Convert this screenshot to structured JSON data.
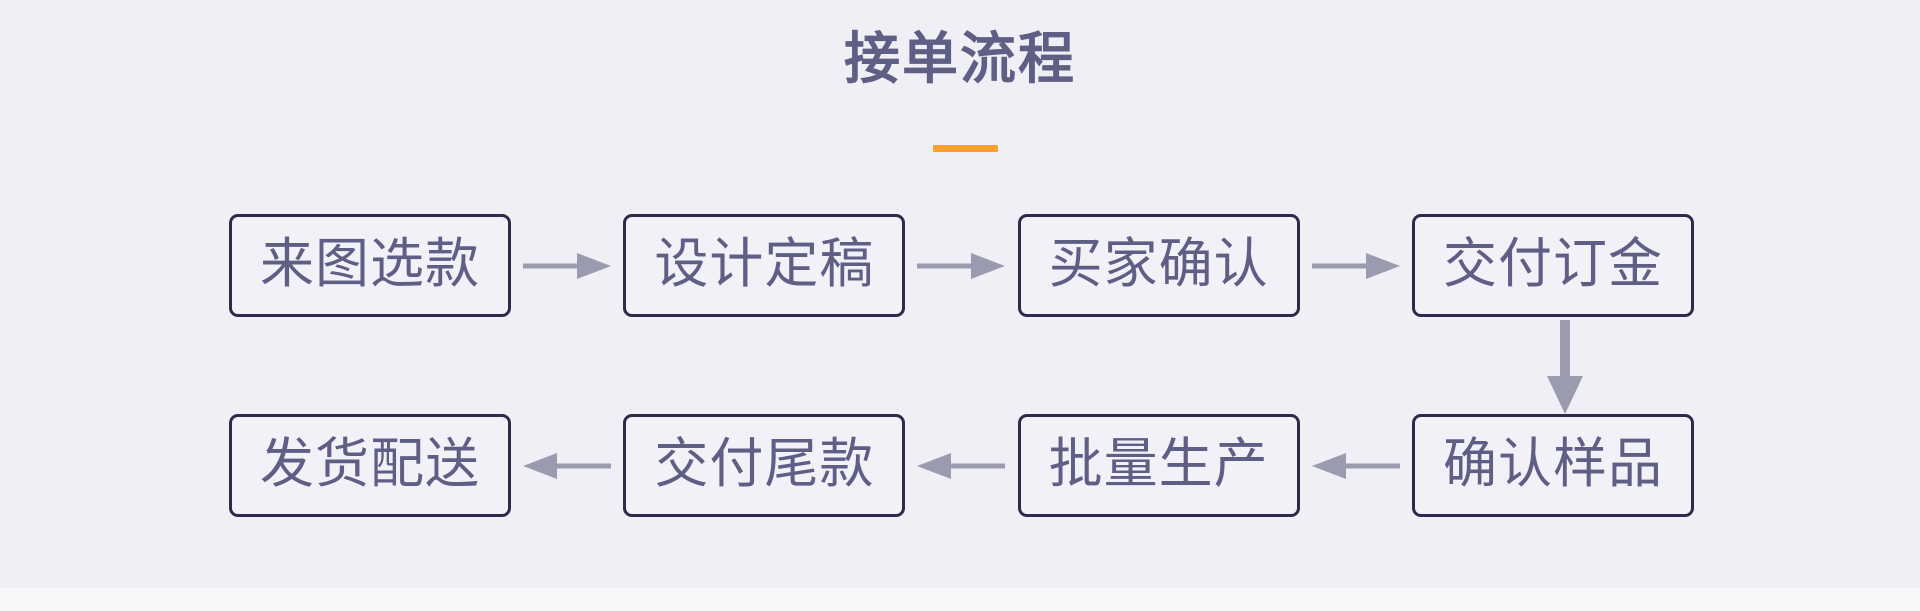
{
  "page": {
    "background_color": "#f7f8fa",
    "panel_color": "#f0eff5"
  },
  "header": {
    "title": "接单流程",
    "title_color": "#5f5f86",
    "accent_color": "#f9a12a"
  },
  "diagram": {
    "type": "flowchart",
    "direction": "serpentine",
    "node_border_color": "#2d2b49",
    "node_fill_color": "#f2f1f7",
    "node_text_color": "#5f5f86",
    "arrow_color": "#9b9bb0",
    "rows": [
      {
        "id": "row-top",
        "flow": "left-to-right",
        "nodes": [
          {
            "id": "step-1",
            "label": "来图选款"
          },
          {
            "id": "step-2",
            "label": "设计定稿"
          },
          {
            "id": "step-3",
            "label": "买家确认"
          },
          {
            "id": "step-4",
            "label": "交付订金"
          }
        ],
        "connectors": [
          {
            "id": "arrow-1",
            "direction": "right"
          },
          {
            "id": "arrow-2",
            "direction": "right"
          },
          {
            "id": "arrow-3",
            "direction": "right"
          }
        ]
      },
      {
        "id": "row-bottom",
        "flow": "right-to-left",
        "nodes": [
          {
            "id": "step-8",
            "label": "发货配送"
          },
          {
            "id": "step-7",
            "label": "交付尾款"
          },
          {
            "id": "step-6",
            "label": "批量生产"
          },
          {
            "id": "step-5",
            "label": "确认样品"
          }
        ],
        "connectors": [
          {
            "id": "arrow-7",
            "direction": "left"
          },
          {
            "id": "arrow-6",
            "direction": "left"
          },
          {
            "id": "arrow-5",
            "direction": "left"
          }
        ]
      }
    ],
    "vertical_connector": {
      "id": "arrow-4",
      "direction": "down",
      "from": "step-4",
      "to": "step-5"
    },
    "sequence": [
      "来图选款",
      "设计定稿",
      "买家确认",
      "交付订金",
      "确认样品",
      "批量生产",
      "交付尾款",
      "发货配送"
    ]
  }
}
